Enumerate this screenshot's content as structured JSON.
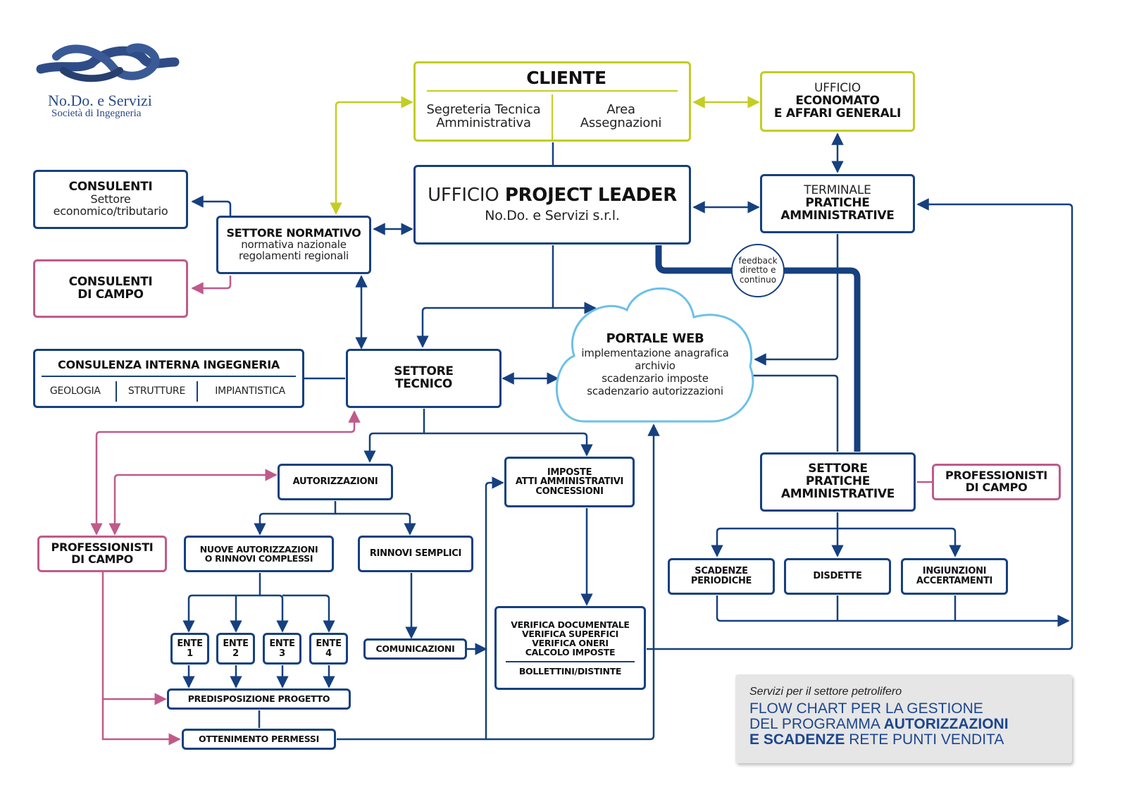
{
  "logo": {
    "icon": "rope-knot-icon",
    "name": "No.Do. e Servizi",
    "tagline": "Società di Ingegneria"
  },
  "cliente": {
    "icon": "oil-drop-icon",
    "title": "CLIENTE",
    "left_line1": "Segreteria Tecnica",
    "left_line2": "Amministrativa",
    "right_line1": "Area",
    "right_line2": "Assegnazioni"
  },
  "economato": {
    "line1": "UFFICIO",
    "line2": "ECONOMATO",
    "line3": "E AFFARI GENERALI"
  },
  "terminale": {
    "line1": "TERMINALE",
    "line2": "PRATICHE",
    "line3": "AMMINISTRATIVE"
  },
  "project_leader": {
    "prefix": "UFFICIO",
    "title": "PROJECT LEADER",
    "subtitle": "No.Do. e Servizi s.r.l."
  },
  "consulenti_tributario": {
    "title": "CONSULENTI",
    "line2": "Settore",
    "line3": "economico/tributario"
  },
  "consulenti_campo": {
    "line1": "CONSULENTI",
    "line2": "DI CAMPO"
  },
  "settore_normativo": {
    "title": "SETTORE NORMATIVO",
    "line2": "normativa nazionale",
    "line3": "regolamenti regionali"
  },
  "feedback": {
    "line1": "feedback",
    "line2": "diretto e",
    "line3": "continuo"
  },
  "consulenza_interna": {
    "title": "CONSULENZA INTERNA INGEGNERIA",
    "items": [
      "GEOLOGIA",
      "STRUTTURE",
      "IMPIANTISTICA"
    ]
  },
  "settore_tecnico": {
    "line1": "SETTORE",
    "line2": "TECNICO"
  },
  "portale_web": {
    "title": "PORTALE WEB",
    "lines": [
      "implementazione anagrafica",
      "archivio",
      "scadenzario imposte",
      "scadenzario autorizzazioni"
    ]
  },
  "autorizzazioni": "AUTORIZZAZIONI",
  "imposte": {
    "line1": "IMPOSTE",
    "line2": "ATTI AMMINISTRATIVI",
    "line3": "CONCESSIONI"
  },
  "settore_pratiche": {
    "line1": "SETTORE",
    "line2": "PRATICHE",
    "line3": "AMMINISTRATIVE"
  },
  "professionisti_right": {
    "line1": "PROFESSIONISTI",
    "line2": "DI CAMPO"
  },
  "professionisti_left": {
    "line1": "PROFESSIONISTI",
    "line2": "DI CAMPO"
  },
  "nuove_autorizzazioni": {
    "line1": "NUOVE AUTORIZZAZIONI",
    "line2": "O RINNOVI COMPLESSI"
  },
  "rinnovi_semplici": "RINNOVI SEMPLICI",
  "enti": [
    {
      "line1": "ENTE",
      "line2": "1"
    },
    {
      "line1": "ENTE",
      "line2": "2"
    },
    {
      "line1": "ENTE",
      "line2": "3"
    },
    {
      "line1": "ENTE",
      "line2": "4"
    }
  ],
  "comunicazioni": "COMUNICAZIONI",
  "verifica": {
    "lines": [
      "VERIFICA DOCUMENTALE",
      "VERIFICA SUPERFICI",
      "VERIFICA ONERI",
      "CALCOLO IMPOSTE"
    ],
    "footer": "BOLLETTINI/DISTINTE"
  },
  "predisposizione": "PREDISPOSIZIONE PROGETTO",
  "ottenimento": "OTTENIMENTO PERMESSI",
  "scadenze": {
    "line1": "SCADENZE",
    "line2": "PERIODICHE"
  },
  "disdette": "DISDETTE",
  "ingiunzioni": {
    "line1": "INGIUNZIONI",
    "line2": "ACCERTAMENTI"
  },
  "title_card": {
    "subtitle": "Servizi per il settore petrolifero",
    "line1": "FLOW CHART PER LA GESTIONE",
    "line2_normal": "DEL PROGRAMMA ",
    "line2_bold": "AUTORIZZAZIONI",
    "line3_bold": "E SCADENZE",
    "line3_normal": " RETE PUNTI VENDITA"
  },
  "colors": {
    "navy": "#16407f",
    "pink": "#c05a8a",
    "lime": "#c3cd24",
    "cloud": "#6cc0e8",
    "title_blue": "#1b4690"
  }
}
